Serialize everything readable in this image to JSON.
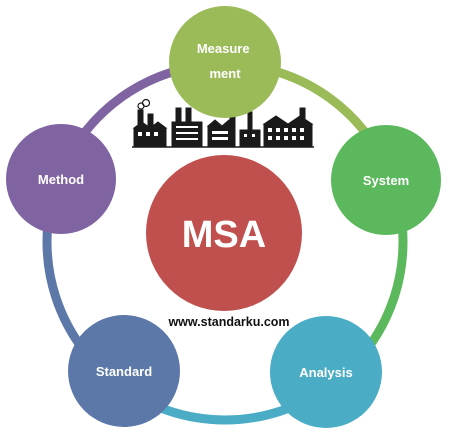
{
  "center": {
    "label": "MSA",
    "color": "#C0504D"
  },
  "website": "www.standarku.com",
  "nodes": [
    {
      "id": "measurement",
      "lines": [
        "Measure",
        "ment"
      ],
      "color": "#9BBB59"
    },
    {
      "id": "system",
      "lines": [
        "System"
      ],
      "color": "#5CB85C"
    },
    {
      "id": "analysis",
      "lines": [
        "Analysis"
      ],
      "color": "#4BACC6"
    },
    {
      "id": "standard",
      "lines": [
        "Standard"
      ],
      "color": "#5B78A8"
    },
    {
      "id": "method",
      "lines": [
        "Method"
      ],
      "color": "#8064A2"
    }
  ],
  "ring_colors": {
    "measurement_to_system": "#9BBB59",
    "system_to_analysis": "#5CB85C",
    "analysis_to_standard": "#4BACC6",
    "standard_to_method": "#5B78A8",
    "method_to_measurement": "#8064A2"
  },
  "illustration": "factory-buildings-icon"
}
